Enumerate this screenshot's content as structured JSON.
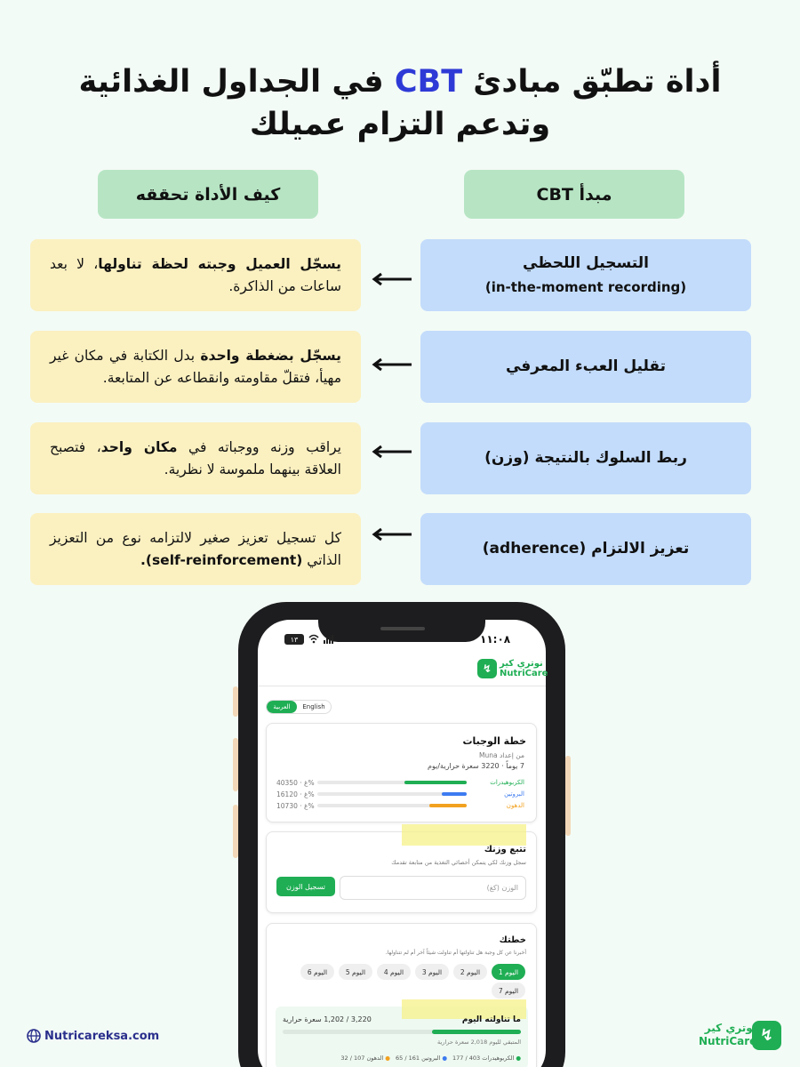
{
  "title": {
    "line1_part1": "أداة تطبّق مبادئ ",
    "line1_hl": "CBT",
    "line1_part2": " في الجداول الغذائية",
    "line2": "وتدعم التزام عميلك"
  },
  "headers": {
    "how": "كيف الأداة تحققه",
    "principle": "مبدأ CBT"
  },
  "rows": [
    {
      "principle": "التسجيل اللحظي",
      "principle_sub": "(in-the-moment recording)",
      "bold": "يسجّل العميل وجبته لحظة تناولها",
      "rest": "، لا بعد ساعات من الذاكرة."
    },
    {
      "principle": "تقليل العبء المعرفي",
      "bold": "يسجّل بضغطة واحدة",
      "rest": " بدل الكتابة في مكان غير مهيأ، فتقلّ مقاومته وانقطاعه عن المتابعة."
    },
    {
      "principle": "ربط السلوك بالنتيجة (وزن)",
      "pre": "يراقب وزنه ووجباته في ",
      "bold": "مكان واحد",
      "rest": "، فتصبح العلاقة بينهما ملموسة لا نظرية."
    },
    {
      "principle": "تعزيز الالتزام (adherence)",
      "pre": "كل تسجيل تعزيز صغير لالتزامه نوع من التعزيز الذاتي ",
      "bold": "(self-reinforcement)."
    }
  ],
  "phone": {
    "time": "١١:٠٨",
    "battery": "١٣",
    "app_name_ar": "نوتري كير",
    "app_name_en": "NutriCare",
    "lang_ar": "العربية",
    "lang_en": "English",
    "plan": {
      "title": "خطة الوجبات",
      "by": "من إعداد Muna",
      "summary": "7 يوماً · 3220 سعرة حرارية/يوم",
      "macros": [
        {
          "name": "الكربوهيدرات",
          "value": "403غ · 50%",
          "color": "#1fae54",
          "pct": 50
        },
        {
          "name": "البروتين",
          "value": "161غ · 20%",
          "color": "#3d7bf0",
          "pct": 20
        },
        {
          "name": "الدهون",
          "value": "107غ · 30%",
          "color": "#f2a11f",
          "pct": 30
        }
      ]
    },
    "weight": {
      "title": "تتبع وزنك",
      "desc": "سجل وزنك لكي يتمكن أخصائي التغذية من متابعة تقدمك",
      "placeholder": "الوزن (كغ)",
      "button": "تسجيل الوزن"
    },
    "plan2": {
      "title": "خطتك",
      "desc": "أخبرنا عن كل وجبة هل تناولتها أم تناولت شيئاً آخر أم لم تتناولها.",
      "days": [
        "اليوم 1",
        "اليوم 2",
        "اليوم 3",
        "اليوم 4",
        "اليوم 5",
        "اليوم 6",
        "اليوم 7"
      ],
      "today_title": "ما تناولته اليوم",
      "today_value": "3,220 / 1,202 سعرة حرارية",
      "remaining": "المتبقي لليوم 2,018 سعرة حرارية",
      "mini": [
        "الكربوهيدرات 403 / 177",
        "البروتين 161 / 65",
        "الدهون 107 / 32"
      ]
    }
  },
  "footer": {
    "website": "Nutricareksa.com",
    "brand_ar": "نوتري كير",
    "brand_en": "NutriCare"
  }
}
